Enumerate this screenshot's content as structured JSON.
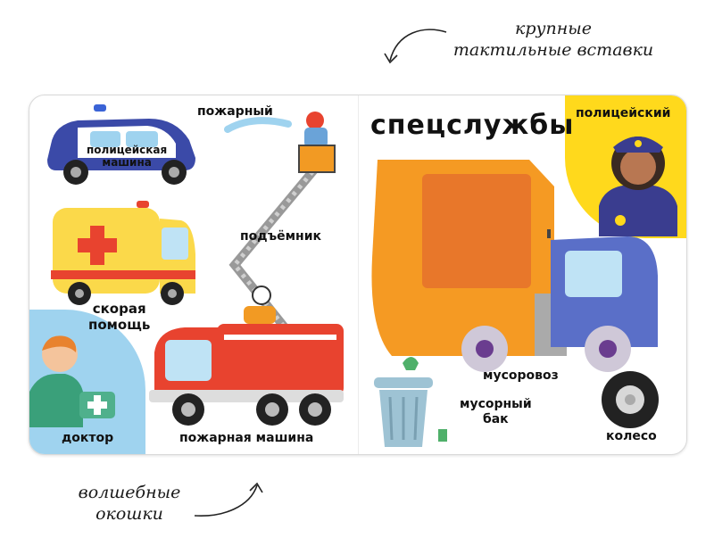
{
  "annotations": {
    "top_note": [
      "крупные",
      "тактильные вставки"
    ],
    "bottom_note": [
      "волшебные",
      "окошки"
    ]
  },
  "page": {
    "title": "спецслужбы",
    "labels": {
      "police_car": [
        "полицейская",
        "машина"
      ],
      "firefighter": "пожарный",
      "lift": "подъёмник",
      "ambulance": [
        "скорая",
        "помощь"
      ],
      "doctor": "доктор",
      "fire_truck": "пожарная машина",
      "police_officer": "полицейский",
      "garbage_truck": "мусоровоз",
      "trash_bin": [
        "мусорный",
        "бак"
      ],
      "wheel": "колесо"
    }
  },
  "colors": {
    "fire_red": "#e8432f",
    "garbage_orange": "#f59a23",
    "truck_blue": "#5a6fc8",
    "ambulance_yellow": "#fbd94a",
    "police_blue": "#3a3d8f",
    "corner_yellow": "#ffd91c",
    "corner_blue": "#9fd3ef"
  }
}
